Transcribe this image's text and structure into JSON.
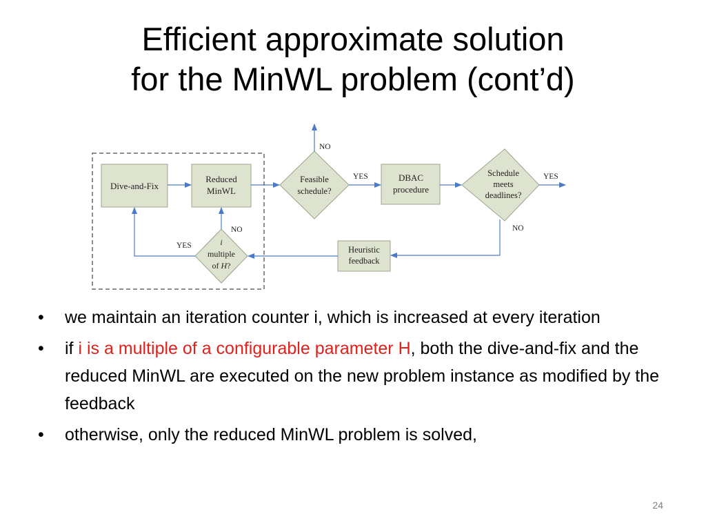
{
  "slide": {
    "title_line1": "Efficient approximate solution",
    "title_line2": "for the MinWL problem (cont’d)",
    "page_number": "24"
  },
  "diagram": {
    "nodes": {
      "dive_and_fix": "Dive-and-Fix",
      "reduced_minwl_line1": "Reduced",
      "reduced_minwl_line2": "MinWL",
      "feasible_line1": "Feasible",
      "feasible_line2": "schedule?",
      "dbac_line1": "DBAC",
      "dbac_line2": "procedure",
      "deadlines_line1": "Schedule",
      "deadlines_line2": "meets",
      "deadlines_line3": "deadlines?",
      "heuristic_line1": "Heuristic",
      "heuristic_line2": "feedback",
      "multiple_line1": "i",
      "multiple_line2": "multiple",
      "multiple_line3_prefix": "of ",
      "multiple_line3_var": "H",
      "multiple_line3_suffix": "?"
    },
    "labels": {
      "feasible_no": "NO",
      "feasible_yes": "YES",
      "deadlines_yes": "YES",
      "deadlines_no": "NO",
      "multiple_no": "NO",
      "multiple_yes": "YES"
    },
    "colors": {
      "node_fill": "#dde3ce",
      "node_stroke": "#9aa58c",
      "arrow": "#4a7bc8",
      "dashed_border": "#666666"
    }
  },
  "bullets": [
    {
      "before": "we maintain an iteration counter i, which is increased at every iteration",
      "highlight": "",
      "after": ""
    },
    {
      "before": "if ",
      "highlight": "i is a multiple of a configurable parameter H",
      "after": ", both the dive-and-fix and the reduced MinWL are executed on the new problem instance as modified by the feedback"
    },
    {
      "before": "otherwise, only the reduced MinWL problem is solved,",
      "highlight": "",
      "after": ""
    }
  ],
  "bullet_symbol": "•",
  "highlight_color": "#e0201b"
}
